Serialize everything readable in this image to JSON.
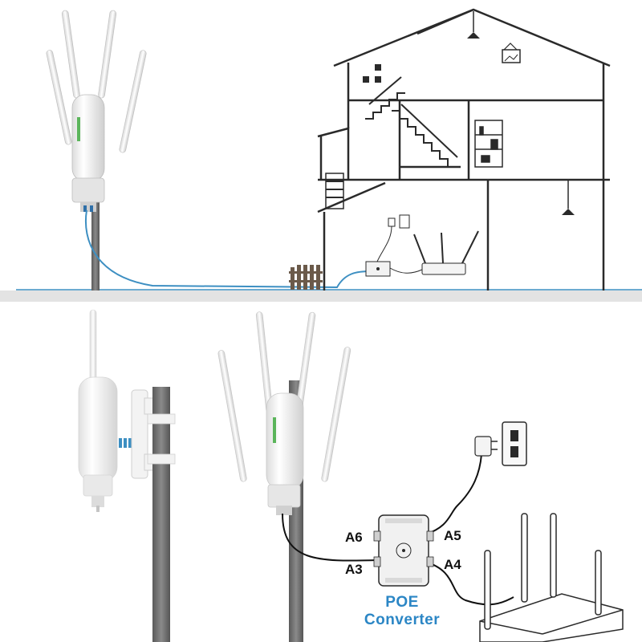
{
  "scene": {
    "top_panel": "installation-overview",
    "bottom_panel": "mounting-and-wiring"
  },
  "labels": {
    "a6": "A6",
    "a5": "A5",
    "a3": "A3",
    "a4": "A4",
    "poe_line1": "POE",
    "poe_line2": "Converter"
  },
  "colors": {
    "cable_blue": "#3d8fc2",
    "cable_black": "#111111",
    "poe_text": "#2b86c5",
    "pole": "#6b6b6b",
    "house_line": "#2a2a2a",
    "divider": "#e3e3e3"
  }
}
